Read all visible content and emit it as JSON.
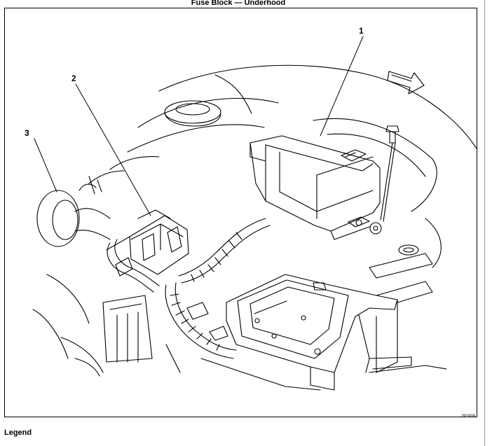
{
  "title": "Fuse Block — Underhood",
  "callouts": {
    "c1": "1",
    "c2": "2",
    "c3": "3"
  },
  "figure_number": "291909",
  "legend": {
    "heading": "Legend"
  }
}
